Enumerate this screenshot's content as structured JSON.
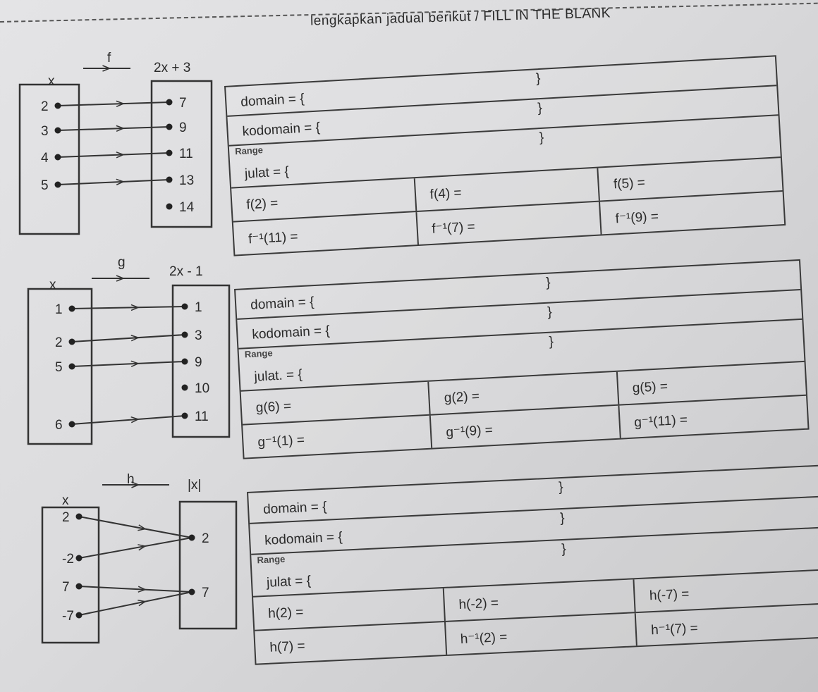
{
  "title": "lengkapkan jadual berikut / FILL IN THE BLANK",
  "sections": [
    {
      "fn": "f",
      "input": "x",
      "rule": "2x + 3",
      "left": [
        "2",
        "3",
        "4",
        "5"
      ],
      "right": [
        "7",
        "9",
        "11",
        "13",
        "14"
      ],
      "mappings": [
        [
          "2",
          "7"
        ],
        [
          "3",
          "9"
        ],
        [
          "4",
          "11"
        ],
        [
          "5",
          "13"
        ]
      ],
      "table": {
        "domain": "domain = {",
        "kodomain": "kodomain = {",
        "range": "Range",
        "julat": "julat = {",
        "close": "}",
        "cells": [
          [
            "f(2) =",
            "f(4) =",
            "f(5) ="
          ],
          [
            "f⁻¹(11) =",
            "f⁻¹(7) =",
            "f⁻¹(9) ="
          ]
        ]
      }
    },
    {
      "fn": "g",
      "input": "x",
      "rule": "2x - 1",
      "left": [
        "1",
        "2",
        "5",
        "6"
      ],
      "right": [
        "1",
        "3",
        "9",
        "10",
        "11"
      ],
      "mappings": [
        [
          "1",
          "1"
        ],
        [
          "2",
          "3"
        ],
        [
          "5",
          "9"
        ],
        [
          "6",
          "11"
        ]
      ],
      "table": {
        "domain": "domain = {",
        "kodomain": "kodomain = {",
        "range": "Range",
        "julat": "julat. = {",
        "close": "}",
        "cells": [
          [
            "g(6) =",
            "g(2) =",
            "g(5) ="
          ],
          [
            "g⁻¹(1) =",
            "g⁻¹(9) =",
            "g⁻¹(11) ="
          ]
        ]
      }
    },
    {
      "fn": "h",
      "input": "x",
      "rule": "|x|",
      "left": [
        "2",
        "-2",
        "7",
        "-7"
      ],
      "right": [
        "2",
        "7"
      ],
      "mappings": [
        [
          "2",
          "2"
        ],
        [
          "-2",
          "2"
        ],
        [
          "7",
          "7"
        ],
        [
          "-7",
          "7"
        ]
      ],
      "table": {
        "domain": "domain = {",
        "kodomain": "kodomain = {",
        "range": "Range",
        "julat": "julat = {",
        "close": "}",
        "cells": [
          [
            "h(2) =",
            "h(-2) =",
            "h(-7) ="
          ],
          [
            "h(7) =",
            "h⁻¹(2) =",
            "h⁻¹(7) ="
          ]
        ]
      }
    }
  ]
}
